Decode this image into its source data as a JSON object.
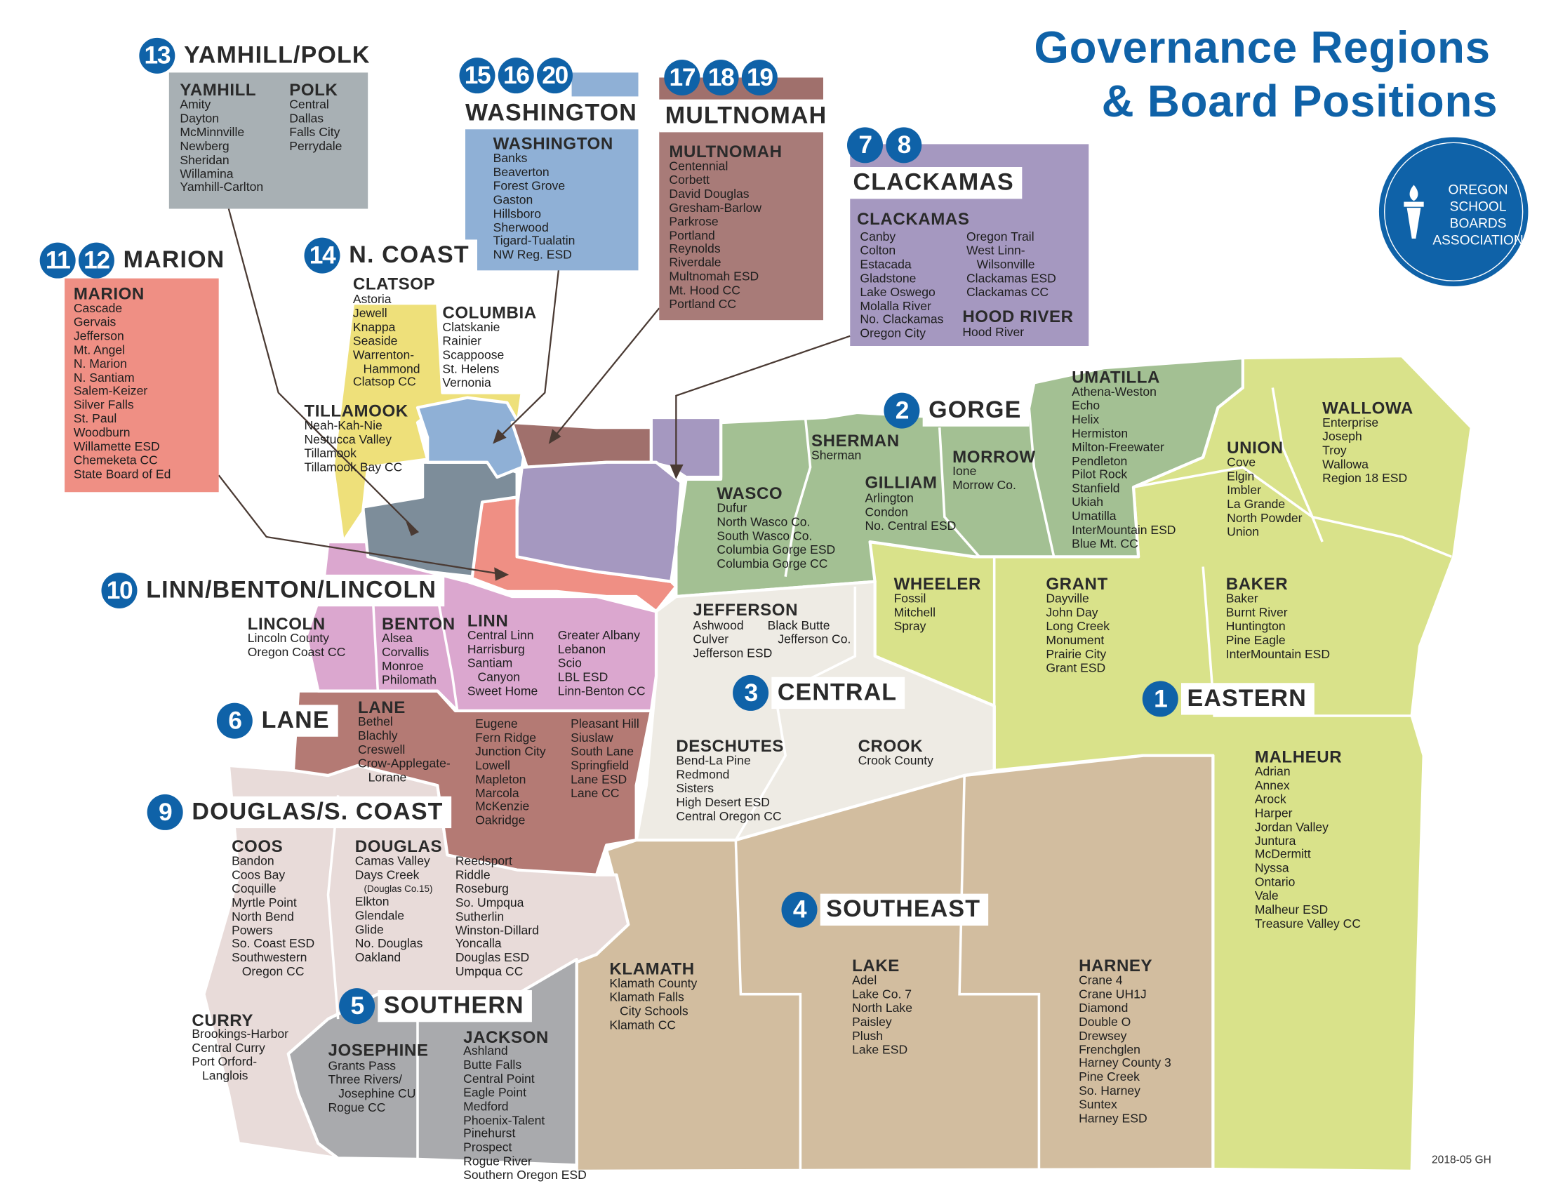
{
  "title": {
    "line1": "Governance Regions",
    "line2": "& Board Positions"
  },
  "logo": {
    "lines": [
      "OREGON",
      "SCHOOL",
      "BOARDS",
      "ASSOCIATION"
    ]
  },
  "footer": "2018-05 GH",
  "colors": {
    "badge": "#0f62a8",
    "eastern": "#d9e28a",
    "gorge": "#a3c093",
    "central": "#eeebe4",
    "southeast": "#d2bd9f",
    "southern": "#a9aaad",
    "douglas": "#e8dbd9",
    "lane": "#b47a74",
    "linn": "#dba7cf",
    "marion": "#ef8f84",
    "yamhill": "#7d8d9a",
    "ncoast": "#eee07a",
    "washington": "#8fb0d6",
    "multnomah": "#a0706c",
    "clackamas": "#a598c0"
  },
  "regions": {
    "eastern": {
      "numbers": [
        "1"
      ],
      "name": "EASTERN"
    },
    "gorge": {
      "numbers": [
        "2"
      ],
      "name": "GORGE"
    },
    "central": {
      "numbers": [
        "3"
      ],
      "name": "CENTRAL"
    },
    "southeast": {
      "numbers": [
        "4"
      ],
      "name": "SOUTHEAST"
    },
    "southern": {
      "numbers": [
        "5"
      ],
      "name": "SOUTHERN"
    },
    "lane": {
      "numbers": [
        "6"
      ],
      "name": "LANE"
    },
    "clackamas": {
      "numbers": [
        "7",
        "8"
      ],
      "name": "CLACKAMAS"
    },
    "douglas": {
      "numbers": [
        "9"
      ],
      "name": "DOUGLAS/S. COAST"
    },
    "linn": {
      "numbers": [
        "10"
      ],
      "name": "LINN/BENTON/LINCOLN"
    },
    "marion": {
      "numbers": [
        "11",
        "12"
      ],
      "name": "MARION"
    },
    "yamhill": {
      "numbers": [
        "13"
      ],
      "name": "YAMHILL/POLK"
    },
    "ncoast": {
      "numbers": [
        "14"
      ],
      "name": "N. COAST"
    },
    "washington": {
      "numbers": [
        "15",
        "16",
        "20"
      ],
      "name": "WASHINGTON"
    },
    "multnomah": {
      "numbers": [
        "17",
        "18",
        "19"
      ],
      "name": "MULTNOMAH"
    }
  },
  "counties": {
    "yamhill": {
      "name": "YAMHILL",
      "districts": [
        "Amity",
        "Dayton",
        "McMinnville",
        "Newberg",
        "Sheridan",
        "Willamina",
        "Yamhill-Carlton"
      ]
    },
    "polk": {
      "name": "POLK",
      "districts": [
        "Central",
        "Dallas",
        "Falls City",
        "Perrydale"
      ]
    },
    "washington": {
      "name": "WASHINGTON",
      "districts": [
        "Banks",
        "Beaverton",
        "Forest Grove",
        "Gaston",
        "Hillsboro",
        "Sherwood",
        "Tigard-Tualatin",
        "NW Reg. ESD"
      ]
    },
    "multnomah": {
      "name": "MULTNOMAH",
      "districts": [
        "Centennial",
        "Corbett",
        "David Douglas",
        "Gresham-Barlow",
        "Parkrose",
        "Portland",
        "Reynolds",
        "Riverdale",
        "Multnomah ESD",
        "Mt. Hood CC",
        "Portland CC"
      ]
    },
    "clackamas": {
      "name": "CLACKAMAS",
      "districts": [
        "Canby",
        "Colton",
        "Estacada",
        "Gladstone",
        "Lake Oswego",
        "Molalla River",
        "No. Clackamas",
        "Oregon City"
      ],
      "districts2": [
        "Oregon Trail",
        "West Linn-",
        "   Wilsonville",
        "Clackamas ESD",
        "Clackamas CC"
      ]
    },
    "hoodriver": {
      "name": "HOOD RIVER",
      "districts": [
        "Hood River"
      ]
    },
    "marion": {
      "name": "MARION",
      "districts": [
        "Cascade",
        "Gervais",
        "Jefferson",
        "Mt. Angel",
        "N. Marion",
        "N. Santiam",
        "Salem-Keizer",
        "Silver Falls",
        "St. Paul",
        "Woodburn",
        "Willamette ESD",
        "Chemeketa CC",
        "State Board of Ed"
      ]
    },
    "clatsop": {
      "name": "CLATSOP",
      "districts": [
        "Astoria",
        "Jewell",
        "Knappa",
        "Seaside",
        "Warrenton-",
        "   Hammond",
        "Clatsop CC"
      ]
    },
    "columbia": {
      "name": "COLUMBIA",
      "districts": [
        "Clatskanie",
        "Rainier",
        "Scappoose",
        "St. Helens",
        "Vernonia"
      ]
    },
    "tillamook": {
      "name": "TILLAMOOK",
      "districts": [
        "Neah-Kah-Nie",
        "Nestucca Valley",
        "Tillamook",
        "Tillamook Bay CC"
      ]
    },
    "lincoln": {
      "name": "LINCOLN",
      "districts": [
        "Lincoln County",
        "Oregon Coast CC"
      ]
    },
    "benton": {
      "name": "BENTON",
      "districts": [
        "Alsea",
        "Corvallis",
        "Monroe",
        "Philomath"
      ]
    },
    "linn": {
      "name": "LINN",
      "districts": [
        "Central Linn",
        "Harrisburg",
        "Santiam",
        "   Canyon",
        "Sweet Home"
      ],
      "districts2": [
        "Greater Albany",
        "Lebanon",
        "Scio",
        "LBL ESD",
        "Linn-Benton CC"
      ]
    },
    "lane": {
      "name": "LANE",
      "districts": [
        "Bethel",
        "Blachly",
        "Creswell",
        "Crow-Applegate-",
        "   Lorane"
      ],
      "districts2": [
        "Eugene",
        "Fern Ridge",
        "Junction City",
        "Lowell",
        "Mapleton",
        "Marcola",
        "McKenzie",
        "Oakridge"
      ],
      "districts3": [
        "Pleasant Hill",
        "Siuslaw",
        "South Lane",
        "Springfield",
        "Lane ESD",
        "Lane CC"
      ]
    },
    "coos": {
      "name": "COOS",
      "districts": [
        "Bandon",
        "Coos Bay",
        "Coquille",
        "Myrtle Point",
        "North Bend",
        "Powers",
        "So. Coast ESD",
        "Southwestern",
        "   Oregon CC"
      ]
    },
    "douglas": {
      "name": "DOUGLAS",
      "districts": [
        "Camas Valley",
        "Days Creek"
      ],
      "note": "(Douglas Co.15)",
      "districts_b": [
        "Elkton",
        "Glendale",
        "Glide",
        "No. Douglas",
        "Oakland"
      ],
      "districts2": [
        "Reedsport",
        "Riddle",
        "Roseburg",
        "So. Umpqua",
        "Sutherlin",
        "Winston-Dillard",
        "Yoncalla",
        "Douglas ESD",
        "Umpqua CC"
      ]
    },
    "curry": {
      "name": "CURRY",
      "districts": [
        "Brookings-Harbor",
        "Central Curry",
        "Port Orford-",
        "   Langlois"
      ]
    },
    "josephine": {
      "name": "JOSEPHINE",
      "districts": [
        "Grants Pass",
        "Three Rivers/",
        "   Josephine CU",
        "Rogue CC"
      ]
    },
    "jackson": {
      "name": "JACKSON",
      "districts": [
        "Ashland",
        "Butte Falls",
        "Central Point",
        "Eagle Point",
        "Medford",
        "Phoenix-Talent",
        "Pinehurst",
        "Prospect",
        "Rogue River",
        "Southern Oregon ESD"
      ]
    },
    "klamath": {
      "name": "KLAMATH",
      "districts": [
        "Klamath County",
        "Klamath Falls",
        "   City Schools",
        "Klamath CC"
      ]
    },
    "lake": {
      "name": "LAKE",
      "districts": [
        "Adel",
        "Lake Co. 7",
        "North Lake",
        "Paisley",
        "Plush",
        "Lake ESD"
      ]
    },
    "harney": {
      "name": "HARNEY",
      "districts": [
        "Crane 4",
        "Crane UH1J",
        "Diamond",
        "Double O",
        "Drewsey",
        "Frenchglen",
        "Harney County 3",
        "Pine Creek",
        "So. Harney",
        "Suntex",
        "Harney ESD"
      ]
    },
    "jefferson": {
      "name": "JEFFERSON",
      "districts": [
        "Ashwood",
        "Culver",
        "Jefferson ESD"
      ],
      "districts2": [
        "Black Butte",
        "   Jefferson Co."
      ]
    },
    "deschutes": {
      "name": "DESCHUTES",
      "districts": [
        "Bend-La Pine",
        "Redmond",
        "Sisters",
        "High Desert ESD",
        "Central Oregon CC"
      ]
    },
    "crook": {
      "name": "CROOK",
      "districts": [
        "Crook County"
      ]
    },
    "sherman": {
      "name": "SHERMAN",
      "districts": [
        "Sherman"
      ]
    },
    "gilliam": {
      "name": "GILLIAM",
      "districts": [
        "Arlington",
        "Condon",
        "No. Central ESD"
      ]
    },
    "morrow": {
      "name": "MORROW",
      "districts": [
        "Ione",
        "Morrow Co."
      ]
    },
    "wasco": {
      "name": "WASCO",
      "districts": [
        "Dufur",
        "North Wasco Co.",
        "South Wasco Co.",
        "Columbia Gorge ESD",
        "Columbia Gorge CC"
      ]
    },
    "umatilla": {
      "name": "UMATILLA",
      "districts": [
        "Athena-Weston",
        "Echo",
        "Helix",
        "Hermiston",
        "Milton-Freewater",
        "Pendleton",
        "Pilot Rock",
        "Stanfield",
        "Ukiah",
        "Umatilla",
        "InterMountain ESD",
        "Blue Mt. CC"
      ]
    },
    "union": {
      "name": "UNION",
      "districts": [
        "Cove",
        "Elgin",
        "Imbler",
        "La Grande",
        "North Powder",
        "Union"
      ]
    },
    "wallowa": {
      "name": "WALLOWA",
      "districts": [
        "Enterprise",
        "Joseph",
        "Troy",
        "Wallowa",
        "Region 18 ESD"
      ]
    },
    "wheeler": {
      "name": "WHEELER",
      "districts": [
        "Fossil",
        "Mitchell",
        "Spray"
      ]
    },
    "grant": {
      "name": "GRANT",
      "districts": [
        "Dayville",
        "John Day",
        "Long Creek",
        "Monument",
        "Prairie City",
        "Grant ESD"
      ]
    },
    "baker": {
      "name": "BAKER",
      "districts": [
        "Baker",
        "Burnt River",
        "Huntington",
        "Pine Eagle",
        "InterMountain ESD"
      ]
    },
    "malheur": {
      "name": "MALHEUR",
      "districts": [
        "Adrian",
        "Annex",
        "Arock",
        "Harper",
        "Jordan Valley",
        "Juntura",
        "McDermitt",
        "Nyssa",
        "Ontario",
        "Vale",
        "Malheur ESD",
        "Treasure Valley CC"
      ]
    }
  }
}
